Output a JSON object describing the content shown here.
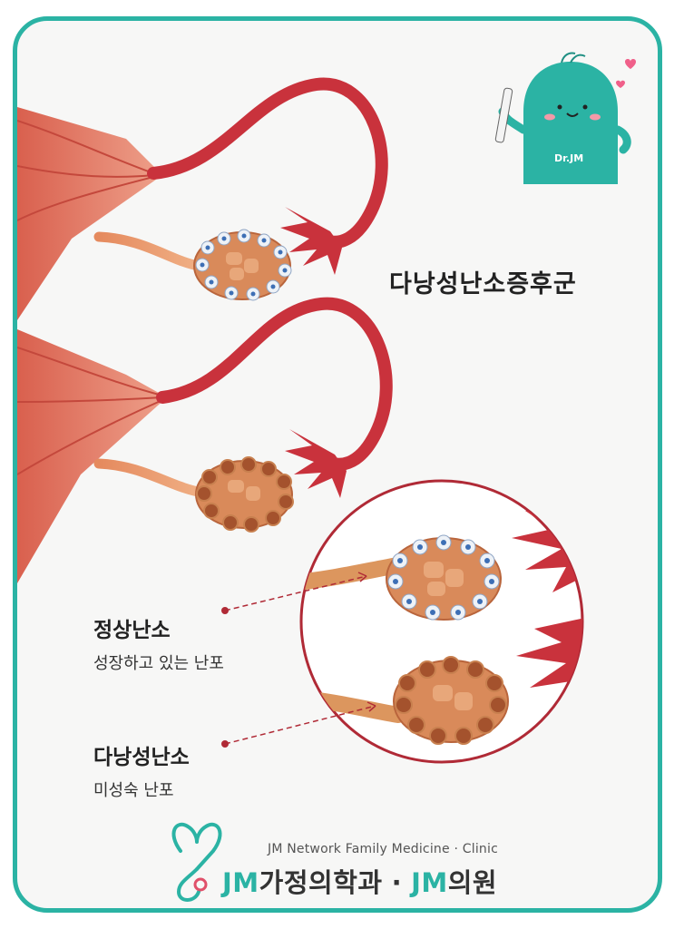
{
  "title": "다낭성난소증후군",
  "labels": {
    "normal": {
      "main": "정상난소",
      "sub": "성장하고 있는 난포"
    },
    "pcos": {
      "main": "다낭성난소",
      "sub": "미성숙 난포"
    }
  },
  "mascot": {
    "name": "Dr.JM"
  },
  "footer": {
    "subtitle": "JM Network Family Medicine · Clinic",
    "brand1_en": "JM",
    "brand1_ko": "가정의학과",
    "separator": "·",
    "brand2_en": "JM",
    "brand2_ko": "의원"
  },
  "colors": {
    "frame": "#2bb3a4",
    "tube": "#c9323c",
    "ovary": "#d98a5a",
    "mascot": "#2bb3a4"
  }
}
